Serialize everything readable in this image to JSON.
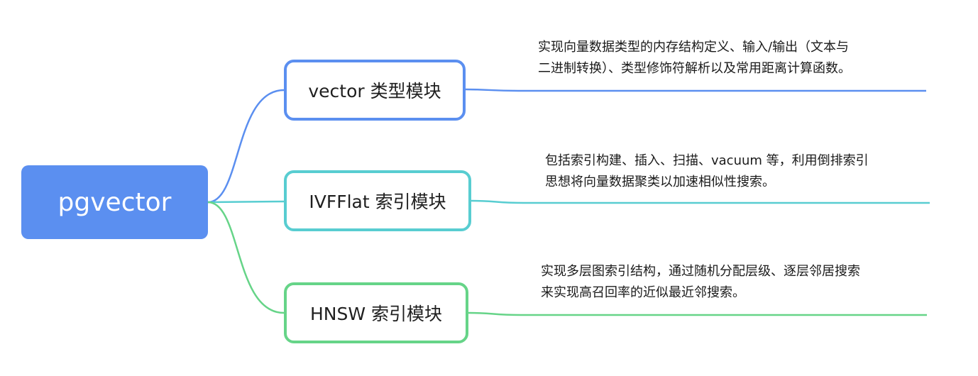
{
  "root": {
    "label": "pgvector"
  },
  "branches": [
    {
      "label": "vector 类型模块",
      "color": "#5b8ff0",
      "description": [
        "实现向量数据类型的内存结构定义、输入/输出（文本与",
        "二进制转换）、类型修饰符解析以及常用距离计算函数。"
      ]
    },
    {
      "label": "IVFFlat 索引模块",
      "color": "#58cdd1",
      "description": [
        "包括索引构建、插入、扫描、vacuum 等，利用倒排索引",
        "思想将向量数据聚类以加速相似性搜索。"
      ]
    },
    {
      "label": "HNSW 索引模块",
      "color": "#66d488",
      "description": [
        "实现多层图索引结构，通过随机分配层级、逐层邻居搜索",
        "来实现高召回率的近似最近邻搜索。"
      ]
    }
  ],
  "root_color": "#5b8ff0"
}
